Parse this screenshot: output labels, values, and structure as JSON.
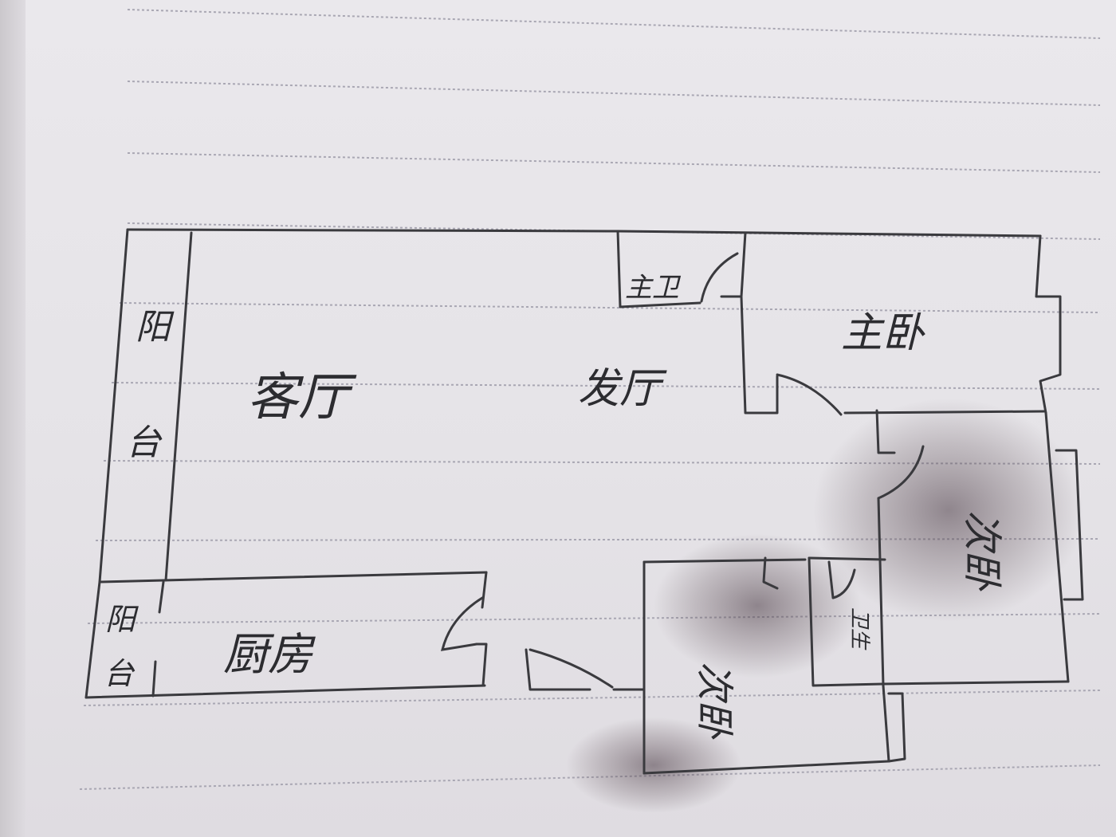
{
  "rooms": {
    "living_room": "客厅",
    "dining_room": "发厅",
    "master_bath": "主卫",
    "master_bedroom": "主卧",
    "second_bedroom_a": "次卧",
    "second_bedroom_b": "次卧",
    "kitchen": "厨房",
    "secondary_bath": "卫生"
  },
  "balconies": {
    "left_balcony": [
      "阳",
      "台"
    ],
    "lower_balcony": [
      "阳",
      "台"
    ]
  },
  "colors": {
    "ink": "#3a3a3e",
    "paper": "#e6e4e8",
    "rule_line": "#a9a7b3",
    "smudge": "#5a4a52"
  }
}
